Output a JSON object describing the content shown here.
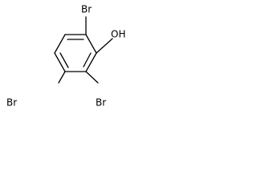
{
  "molecule": {
    "labels": {
      "br_top": "Br",
      "oh": "OH",
      "br_left": "Br",
      "br_right": "Br"
    }
  }
}
